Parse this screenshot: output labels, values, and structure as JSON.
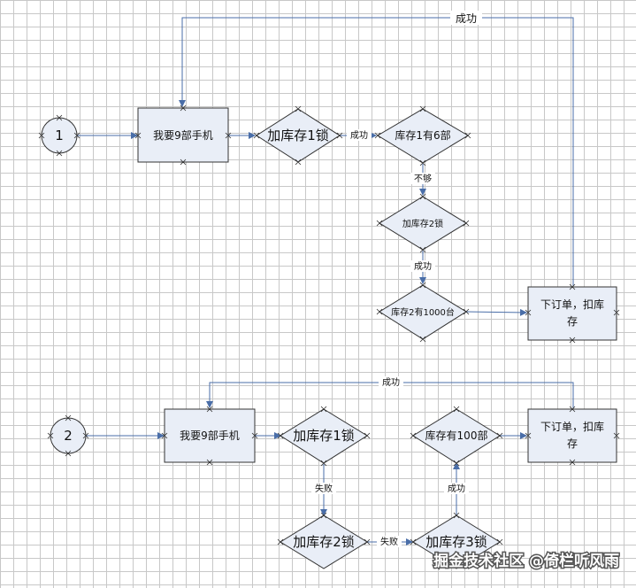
{
  "diagram1": {
    "start_label": "1",
    "request": "我要9部手机",
    "lock1": "加库存1锁",
    "edge_success": "成功",
    "check1": "库存1有6部",
    "edge_insufficient": "不够",
    "lock2": "加库存2锁",
    "edge_success2": "成功",
    "check2": "库存2有1000台",
    "order_line1": "下订单，扣库",
    "order_line2": "存",
    "top_loop_label": "成功"
  },
  "diagram2": {
    "start_label": "2",
    "request": "我要9部手机",
    "lock1": "加库存1锁",
    "edge_fail": "失败",
    "lock2": "加库存2锁",
    "edge_fail2": "失败",
    "lock3": "加库存3锁",
    "edge_success": "成功",
    "check3": "库存有100部",
    "order_line1": "下订单，扣库",
    "order_line2": "存",
    "top_loop_label": "成功"
  },
  "watermark": "掘金技术社区 @倚栏听风雨",
  "colors": {
    "edge": "#4a6ea8",
    "shape_fill": "#e9eef7",
    "grid": "#c8c8c8"
  }
}
